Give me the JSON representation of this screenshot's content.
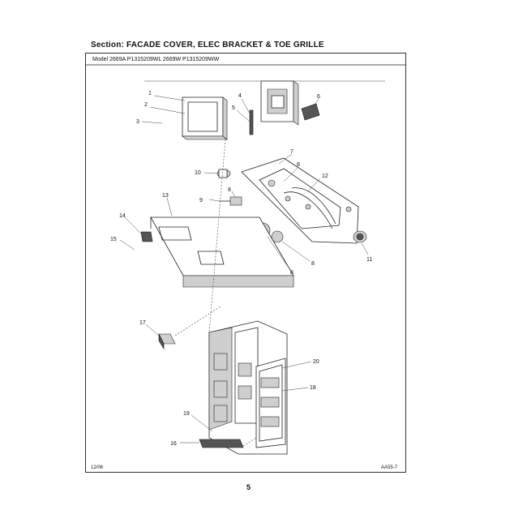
{
  "header": {
    "section": "Section:  FACADE COVER, ELEC BRACKET & TOE GRILLE",
    "model": "Model    2669A P1315209WL 2669W P1315209WW"
  },
  "footer": {
    "date": "12/06",
    "code": "AA55-7",
    "page": "5"
  },
  "callouts": [
    "1",
    "2",
    "3",
    "4",
    "5",
    "6",
    "7",
    "8",
    "9",
    "10",
    "11",
    "12",
    "13",
    "14",
    "15",
    "16",
    "17",
    "18",
    "19",
    "20"
  ]
}
